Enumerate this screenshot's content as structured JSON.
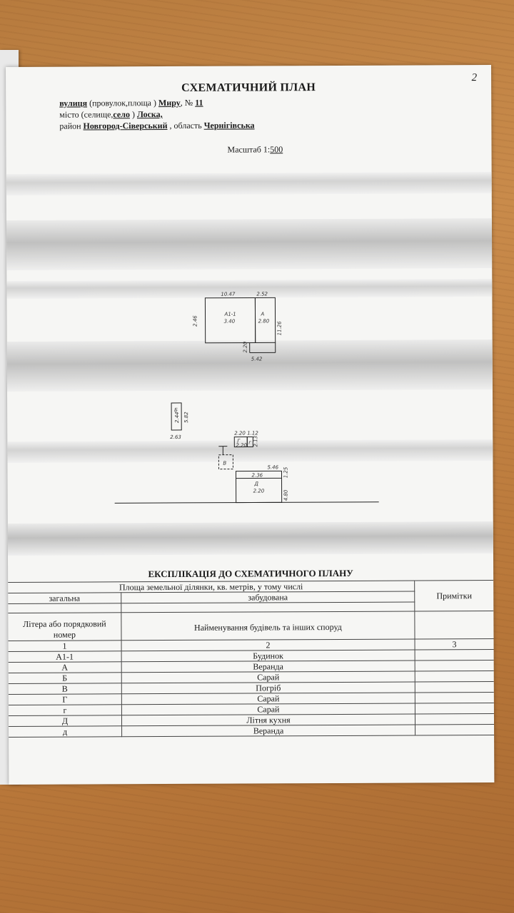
{
  "page_number": "2",
  "title": "СХЕМАТИЧНИЙ ПЛАН",
  "address": {
    "street_label": "вулиця",
    "street_type_hint": " (провулок,площа ) ",
    "street_name": "Миру",
    "number_label": ",  № ",
    "number": "11",
    "city_label": "місто (селище,",
    "village_type": "село",
    "city_close": " ) ",
    "city_name": "Лоска,",
    "district_label": "район ",
    "district": "Новгород-Сіверський",
    "region_label": " ,  область ",
    "region": "Чернігівська"
  },
  "scale_label": "Масштаб 1:",
  "scale_value": "500",
  "plan_labels": {
    "house_id": "А1-1",
    "house_area": "3.40",
    "veranda_id": "А",
    "veranda_area": "2.80",
    "dim_top_left": "10.47",
    "dim_top_right": "2.52",
    "dim_left": "2.46",
    "dim_right": "11.26",
    "dim_bottom_mid": "2.20",
    "dim_bottom": "5.42",
    "shed_b_id": "Б",
    "shed_b_area": "2.44",
    "shed_b_side": "5.82",
    "shed_b_bottom": "2.63",
    "shed_g_top": "2.20",
    "shed_g_top2": "1.12",
    "shed_g_id": "Г",
    "shed_g_area": "2.20",
    "shed_g_small": "г",
    "shed_g_side": "2.13",
    "cellar_id": "В",
    "kitchen_top": "5.46",
    "kitchen_side": "1.25",
    "kitchen_veranda": "2.36",
    "kitchen_id": "Д",
    "kitchen_area": "2.20",
    "kitchen_side2": "4.80"
  },
  "explication": {
    "title": "ЕКСПЛІКАЦІЯ ДО СХЕМАТИЧНОГО ПЛАНУ",
    "land_area_header": "Площа земельної ділянки, кв. метрів, у тому числі",
    "total": "загальна",
    "built": "забудована",
    "notes": "Примітки",
    "col1_header": "Літера або порядковий номер",
    "col2_header": "Найменування будівель та інших споруд",
    "col_nums": [
      "1",
      "2",
      "3"
    ],
    "rows": [
      {
        "letter": "А1-1",
        "name": "Будинок"
      },
      {
        "letter": "А",
        "name": "Веранда"
      },
      {
        "letter": "Б",
        "name": "Сарай"
      },
      {
        "letter": "В",
        "name": "Погріб"
      },
      {
        "letter": "Г",
        "name": "Сарай"
      },
      {
        "letter": "г",
        "name": "Сарай"
      },
      {
        "letter": "Д",
        "name": "Літня кухня"
      },
      {
        "letter": "д",
        "name": "Веранда"
      }
    ]
  }
}
